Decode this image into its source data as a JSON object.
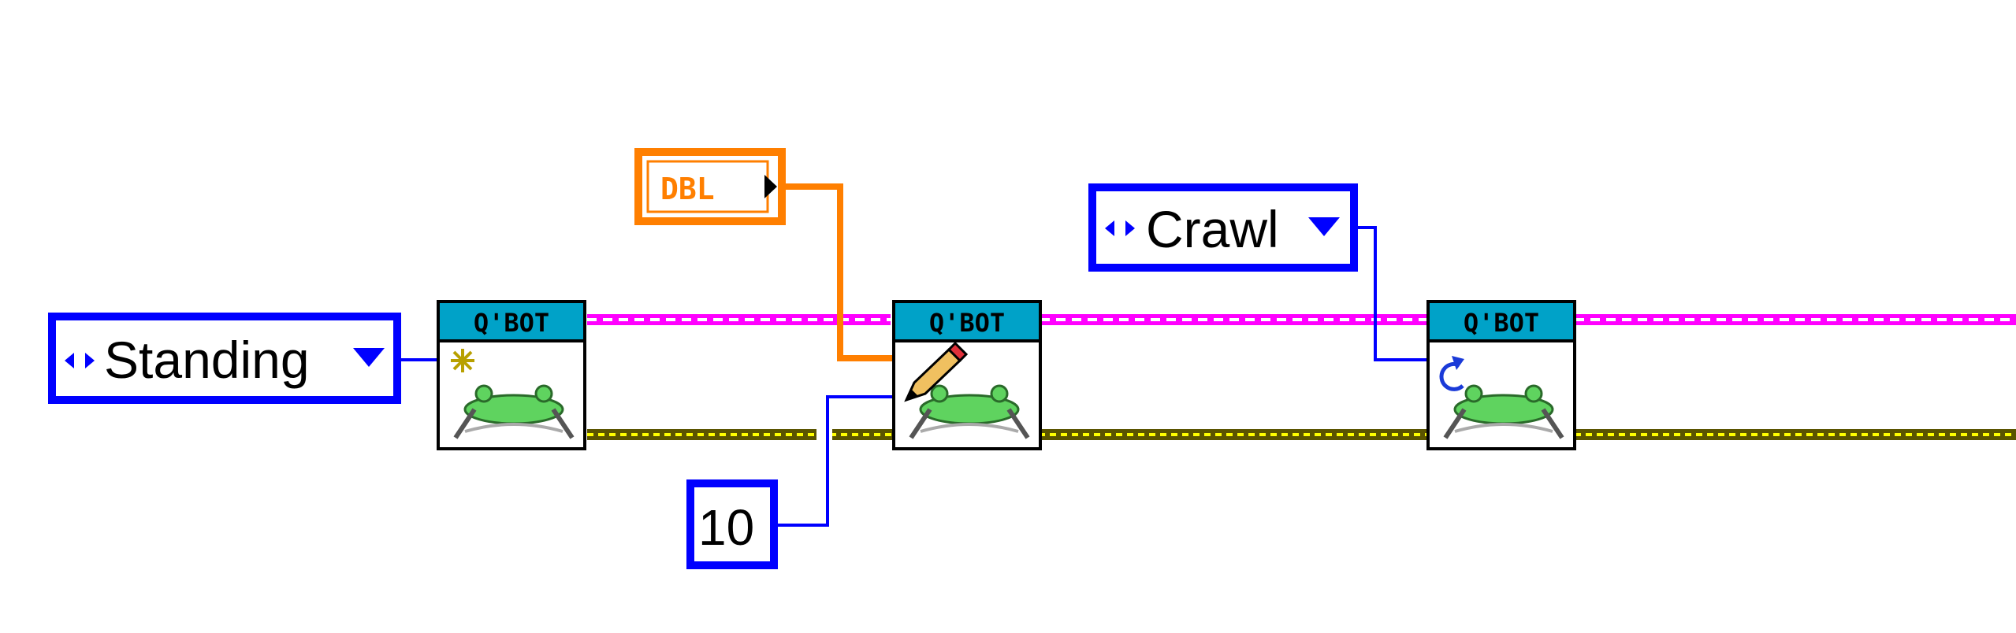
{
  "diagram": {
    "enum_constants": [
      {
        "id": "standing",
        "value": "Standing"
      },
      {
        "id": "crawl",
        "value": "Crawl"
      }
    ],
    "numeric_constants": [
      {
        "id": "ten",
        "value": "10"
      }
    ],
    "controls": [
      {
        "id": "dbl",
        "value": "DBL"
      }
    ],
    "subvis": [
      {
        "id": "init",
        "title": "Q'BOT",
        "icon": "starburst-icon"
      },
      {
        "id": "write",
        "title": "Q'BOT",
        "icon": "pencil-icon"
      },
      {
        "id": "execute",
        "title": "Q'BOT",
        "icon": "refresh-icon"
      }
    ],
    "colors": {
      "enum_border": "#0000ff",
      "numeric_border": "#0000ff",
      "dbl_orange": "#ff7f00",
      "class_wire_pink": "#ff00ff",
      "error_wire_yellow": "#a09a00",
      "vi_header": "#00a2c8",
      "robot_green": "#5fd35f"
    }
  }
}
